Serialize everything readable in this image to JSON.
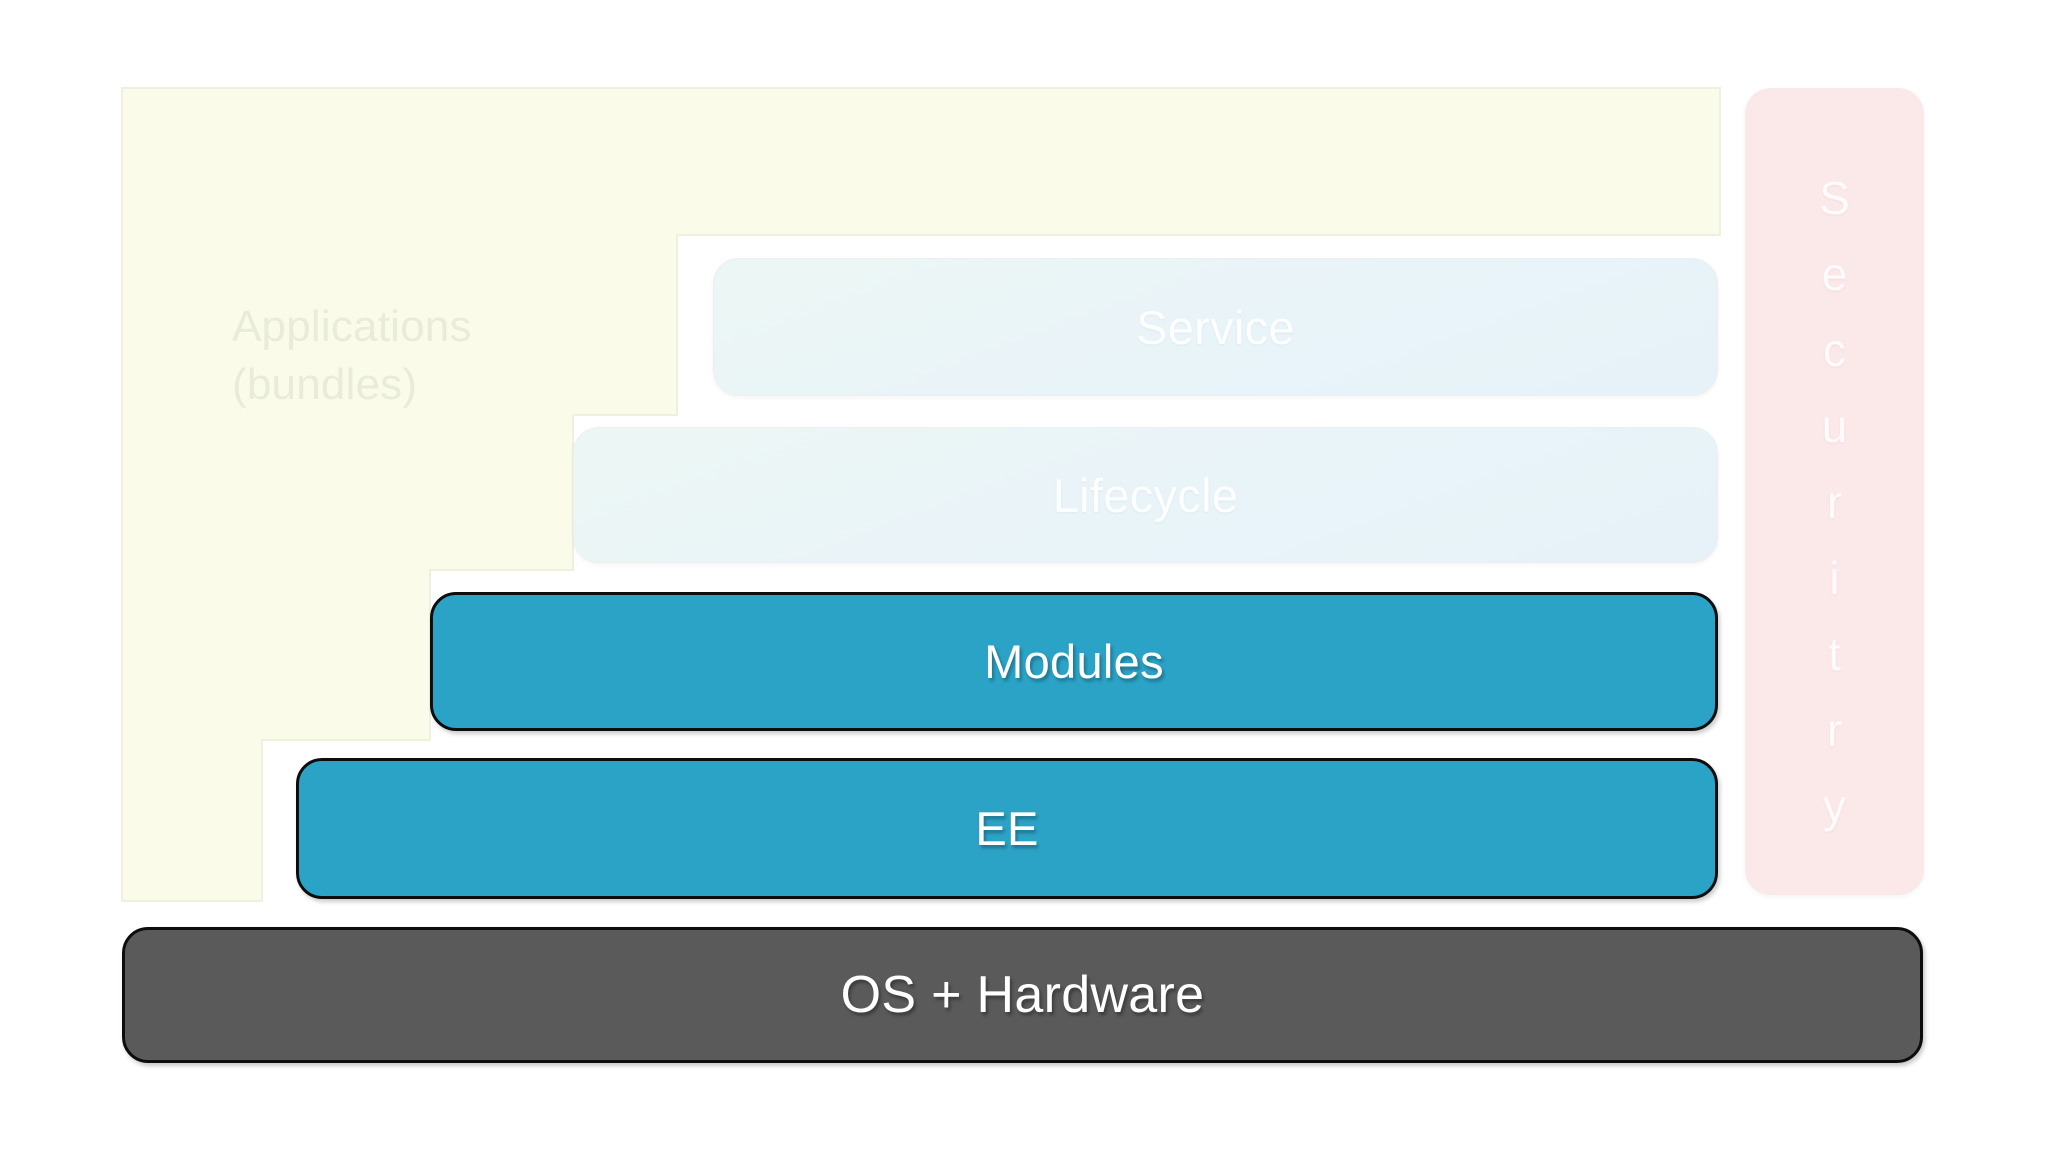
{
  "diagram": {
    "title": "Layered Architecture Stack",
    "background_color": "#ffffff",
    "applications": {
      "label": "Applications\n(bundles)",
      "fill_color": "#fafbe8",
      "text_color": "#e9ecd8"
    },
    "layers": [
      {
        "id": "service",
        "label": "Service",
        "state": "faded",
        "fill_color": "#e9f4f9",
        "text_color": "#fdfeff"
      },
      {
        "id": "lifecycle",
        "label": "Lifecycle",
        "state": "faded",
        "fill_color": "#e9f4f9",
        "text_color": "#fdfeff"
      },
      {
        "id": "modules",
        "label": "Modules",
        "state": "highlighted",
        "fill_color": "#2ba3c7",
        "text_color": "#ffffff",
        "border_color": "#0d0d0d"
      },
      {
        "id": "ee",
        "label": "EE",
        "state": "highlighted",
        "fill_color": "#2ba3c7",
        "text_color": "#ffffff",
        "border_color": "#0d0d0d"
      }
    ],
    "base_layer": {
      "id": "os-hardware",
      "label": "OS + Hardware",
      "fill_color": "#5a5a5a",
      "text_color": "#ffffff",
      "border_color": "#0d0d0d"
    },
    "security": {
      "label": "Security",
      "letters": [
        "S",
        "e",
        "c",
        "u",
        "r",
        "i",
        "t",
        "r",
        "y"
      ],
      "fill_color": "#fbe8e9",
      "text_color": "#fffafb",
      "orientation": "vertical-stacked"
    }
  }
}
